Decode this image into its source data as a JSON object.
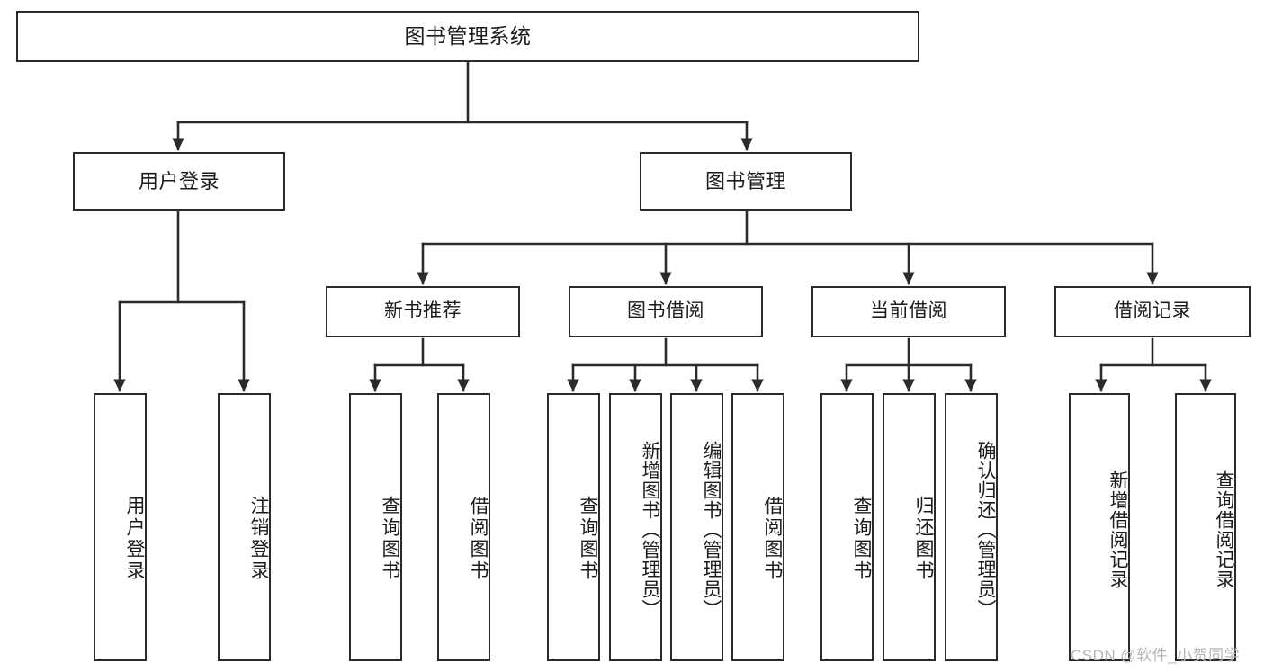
{
  "diagram": {
    "title": "图书管理系统",
    "type": "tree-hierarchy-chart",
    "watermark": "CSDN @软件_小贺同学",
    "colors": {
      "stroke": "#2b2b2b",
      "fill": "#ffffff",
      "text": "#1b1b1b",
      "watermark": "#b6b6b6"
    }
  },
  "nodes": {
    "root": {
      "label": "图书管理系统"
    },
    "level2": [
      {
        "id": "user-login",
        "label": "用户登录"
      },
      {
        "id": "book-manage",
        "label": "图书管理"
      }
    ],
    "level3": [
      {
        "id": "new-book-recommend",
        "label": "新书推荐"
      },
      {
        "id": "book-borrow",
        "label": "图书借阅"
      },
      {
        "id": "current-borrow",
        "label": "当前借阅"
      },
      {
        "id": "borrow-record",
        "label": "借阅记录"
      }
    ],
    "leaves": {
      "user-login": [
        {
          "id": "leaf-user-login",
          "label": "用户登录"
        },
        {
          "id": "leaf-user-logout",
          "label": "注销登录"
        }
      ],
      "new-book-recommend": [
        {
          "id": "leaf-query-book-1",
          "label": "查询图书"
        },
        {
          "id": "leaf-borrow-book-1",
          "label": "借阅图书"
        }
      ],
      "book-borrow": [
        {
          "id": "leaf-query-book-2",
          "label": "查询图书"
        },
        {
          "id": "leaf-add-book",
          "label": "新增图书（管理员）"
        },
        {
          "id": "leaf-edit-book",
          "label": "编辑图书（管理员）"
        },
        {
          "id": "leaf-borrow-book-2",
          "label": "借阅图书"
        }
      ],
      "current-borrow": [
        {
          "id": "leaf-query-book-3",
          "label": "查询图书"
        },
        {
          "id": "leaf-return-book",
          "label": "归还图书"
        },
        {
          "id": "leaf-confirm-return",
          "label": "确认归还（管理员）"
        }
      ],
      "borrow-record": [
        {
          "id": "leaf-add-record",
          "label": "新增借阅记录"
        },
        {
          "id": "leaf-query-record",
          "label": "查询借阅记录"
        }
      ]
    }
  }
}
